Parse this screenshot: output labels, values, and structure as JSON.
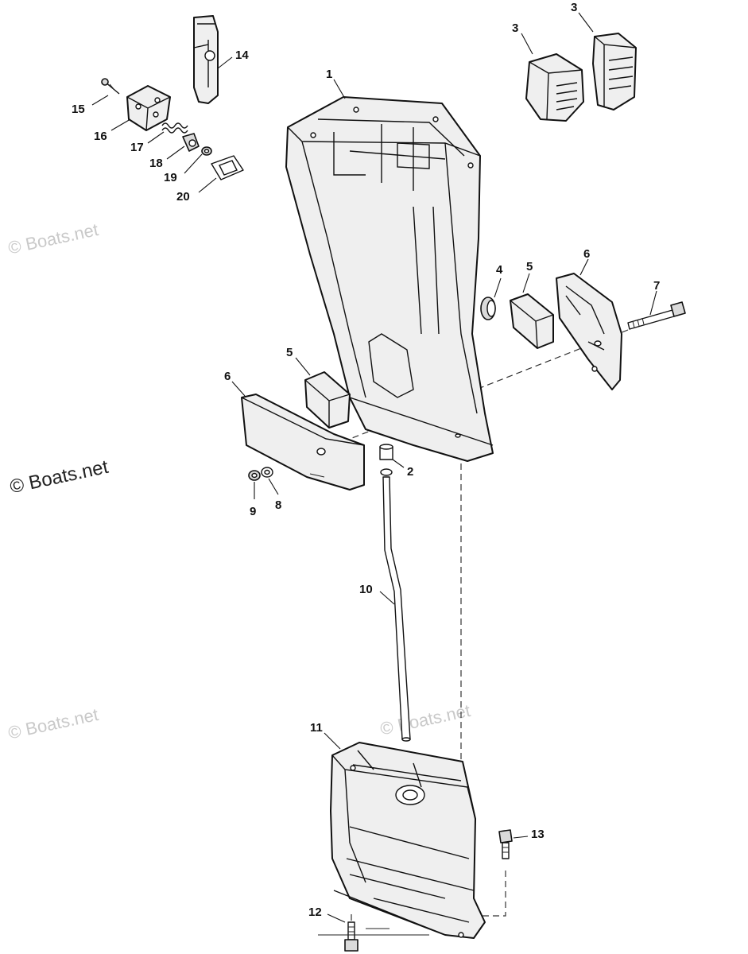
{
  "watermark": {
    "text": "© Boats.net"
  },
  "callouts": [
    {
      "id": "c1",
      "text": "1"
    },
    {
      "id": "c2",
      "text": "2"
    },
    {
      "id": "c3a",
      "text": "3"
    },
    {
      "id": "c3b",
      "text": "3"
    },
    {
      "id": "c4",
      "text": "4"
    },
    {
      "id": "c5a",
      "text": "5"
    },
    {
      "id": "c5b",
      "text": "5"
    },
    {
      "id": "c6a",
      "text": "6"
    },
    {
      "id": "c6b",
      "text": "6"
    },
    {
      "id": "c7",
      "text": "7"
    },
    {
      "id": "c8",
      "text": "8"
    },
    {
      "id": "c9",
      "text": "9"
    },
    {
      "id": "c10",
      "text": "10"
    },
    {
      "id": "c11",
      "text": "11"
    },
    {
      "id": "c12",
      "text": "12"
    },
    {
      "id": "c13",
      "text": "13"
    },
    {
      "id": "c14",
      "text": "14"
    },
    {
      "id": "c15",
      "text": "15"
    },
    {
      "id": "c16",
      "text": "16"
    },
    {
      "id": "c17",
      "text": "17"
    },
    {
      "id": "c18",
      "text": "18"
    },
    {
      "id": "c19",
      "text": "19"
    },
    {
      "id": "c20",
      "text": "20"
    }
  ],
  "colors": {
    "ink": "#111111",
    "part_fill": "#efefef",
    "watermark": "#c9c9c9"
  }
}
